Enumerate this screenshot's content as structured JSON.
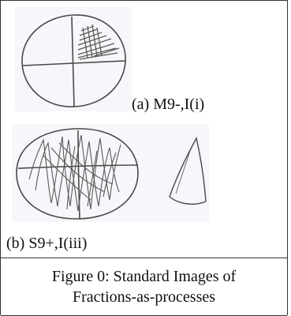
{
  "figure": {
    "panel_a_label": "(a) M9-,I(i)",
    "panel_b_label": "(b) S9+,I(iii)",
    "caption_line1": "Figure 0: Standard Images of",
    "caption_line2": "Fractions-as-processes"
  },
  "colors": {
    "ink": "#555555",
    "paper": "#f7f6fa"
  },
  "icons": {
    "panel_a": "circle-divided-in-quarters-with-shaded-quarter",
    "panel_b": "oval-divided-in-quarters-scribbled-plus-cone"
  }
}
